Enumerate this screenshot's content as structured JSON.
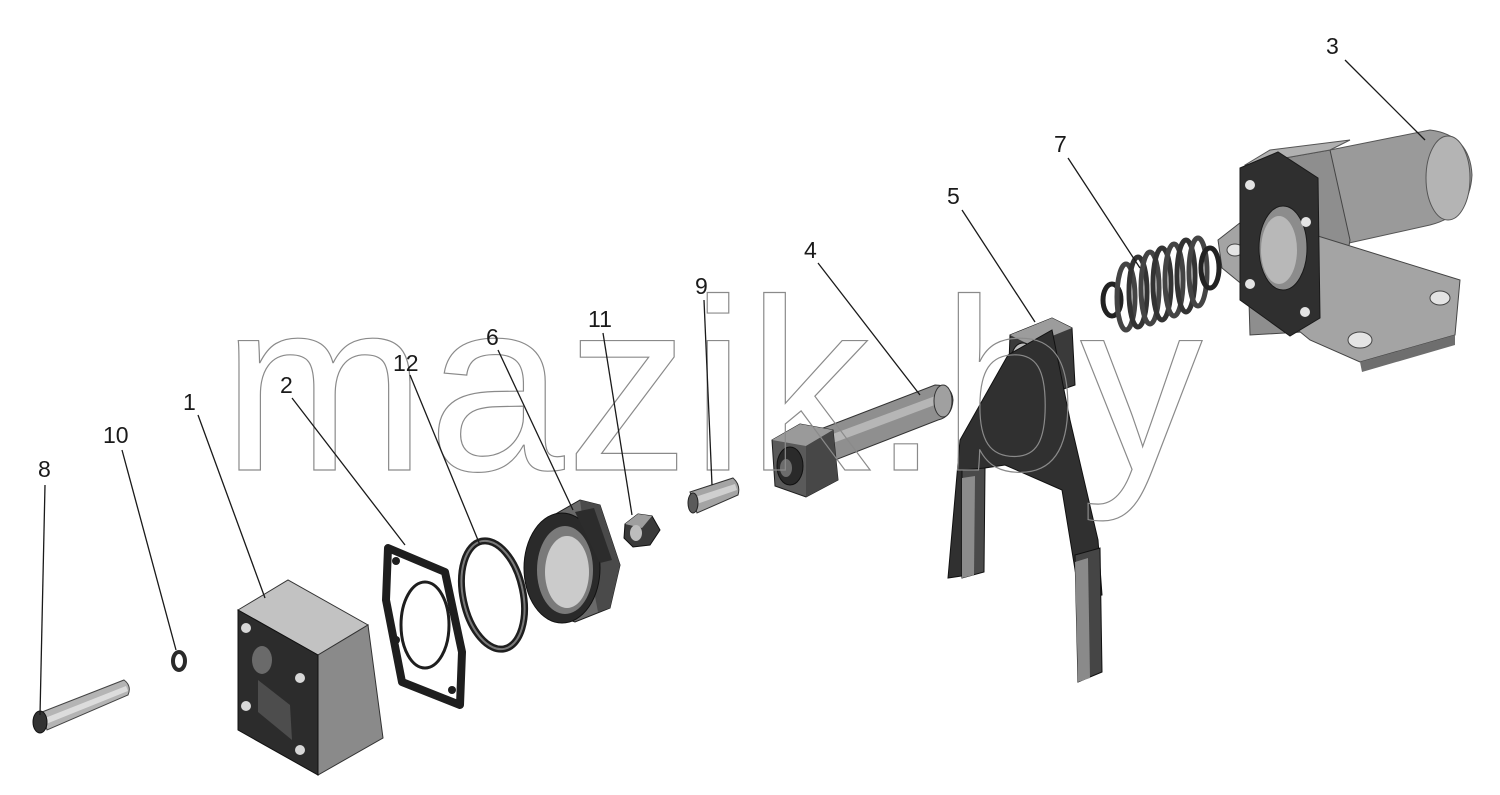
{
  "watermark": "mazik.by",
  "callouts": {
    "c1": "1",
    "c2": "2",
    "c3": "3",
    "c4": "4",
    "c5": "5",
    "c6": "6",
    "c7": "7",
    "c8": "8",
    "c9": "9",
    "c10": "10",
    "c11": "11",
    "c12": "12"
  },
  "colors": {
    "part_dark": "#2e2e2e",
    "part_mid": "#7a7a7a",
    "part_light": "#a6a6a6",
    "part_lighter": "#c4c4c4",
    "background": "#ffffff"
  }
}
